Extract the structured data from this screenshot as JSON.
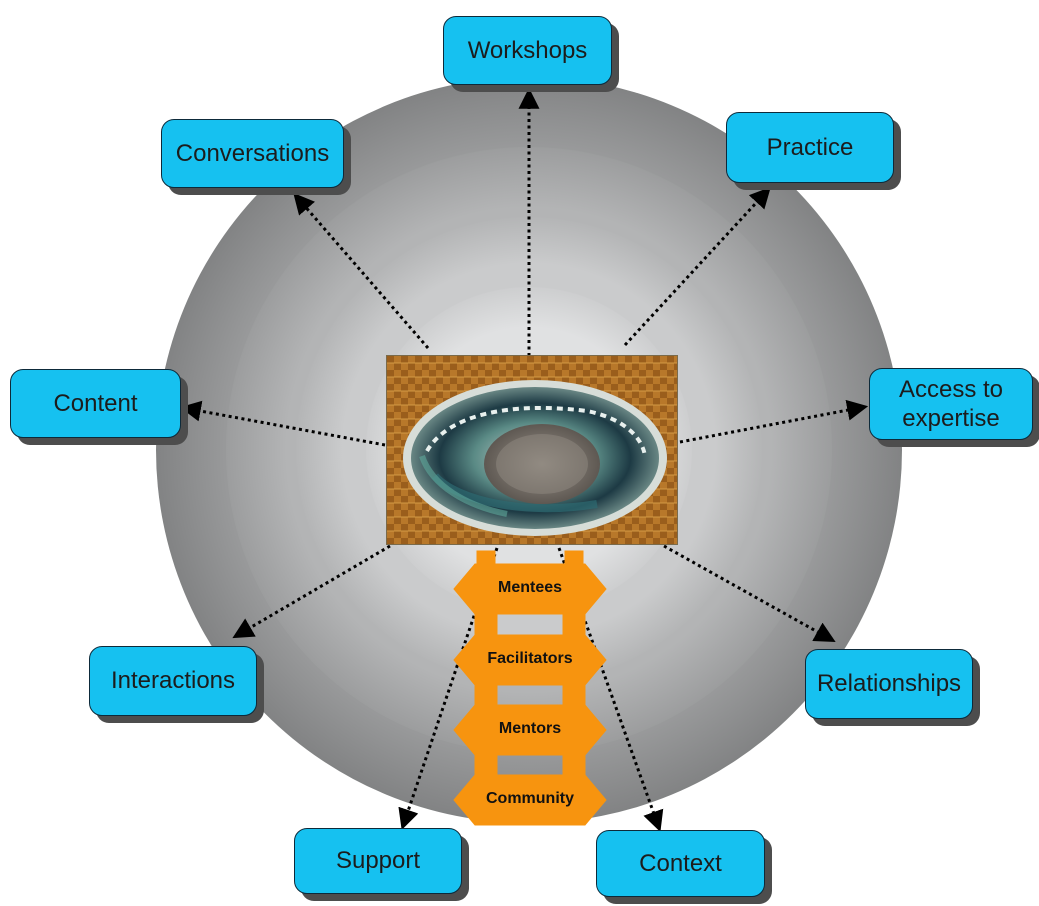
{
  "colors": {
    "node_fill": "#16c1f0",
    "node_border": "#0d2a3a",
    "node_shadow": "#4d4d4d",
    "arrow_fill": "#f7940f",
    "ring_outer": "#8f9091",
    "ring_inner": "#f4f4f4"
  },
  "center_image": {
    "subject": "paua shell on woven flax mat",
    "icon": "paua-shell-photo"
  },
  "nodes": {
    "workshops": "Workshops",
    "practice": "Practice",
    "conversations": "Conversations",
    "content": "Content",
    "access": "Access to\nexpertise",
    "interactions": "Interactions",
    "relationships": "Relationships",
    "support": "Support",
    "context": "Context"
  },
  "layers": {
    "mentees": "Mentees",
    "facilitators": "Facilitators",
    "mentors": "Mentors",
    "community": "Community"
  }
}
